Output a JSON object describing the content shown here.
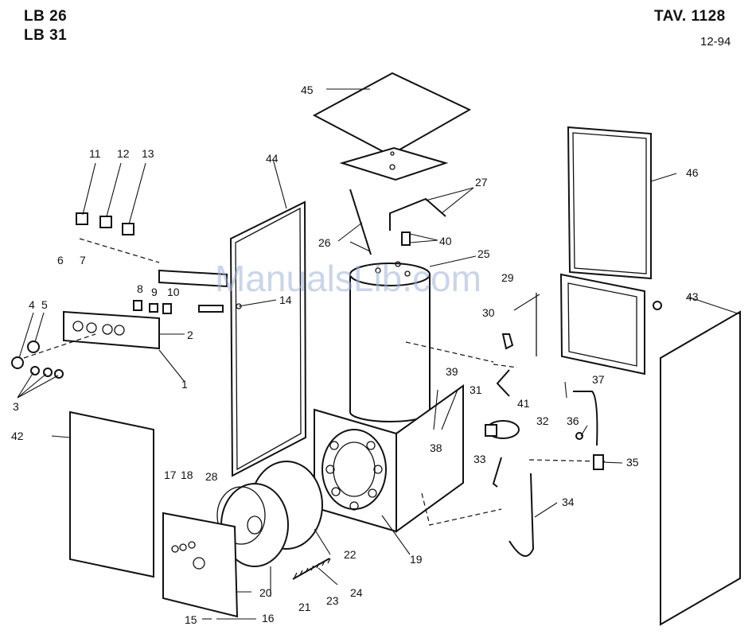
{
  "header": {
    "models": [
      "LB 26",
      "LB 31"
    ],
    "table": "TAV. 1128",
    "date": "12-94"
  },
  "watermark": "ManualsLib.com",
  "callouts": [
    "1",
    "2",
    "3",
    "4",
    "5",
    "6",
    "7",
    "8",
    "9",
    "10",
    "11",
    "12",
    "13",
    "14",
    "15",
    "16",
    "17",
    "18",
    "19",
    "20",
    "21",
    "22",
    "23",
    "24",
    "25",
    "26",
    "27",
    "28",
    "29",
    "30",
    "31",
    "32",
    "33",
    "34",
    "35",
    "36",
    "37",
    "38",
    "39",
    "40",
    "41",
    "42",
    "43",
    "44",
    "45",
    "46"
  ]
}
